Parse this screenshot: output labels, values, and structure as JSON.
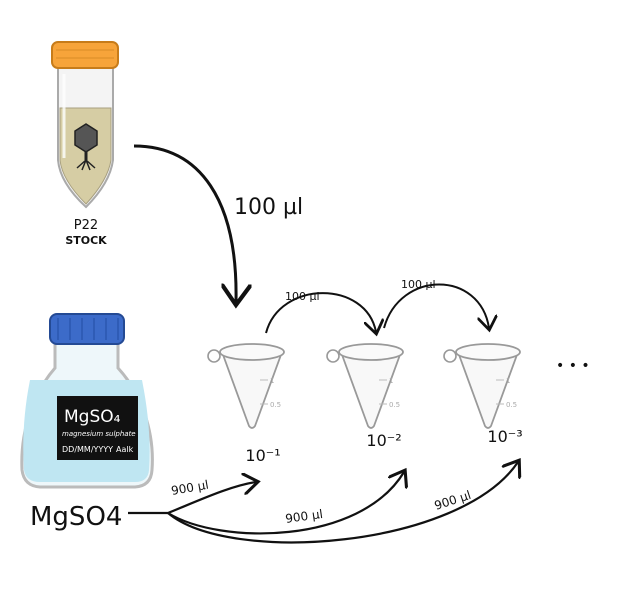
{
  "stock": {
    "name": "P22",
    "sub": "STOCK"
  },
  "transfer_main": "100 µl",
  "transfer_small": [
    "100 µl",
    "100 µl"
  ],
  "bottle": {
    "label_title": "MgSO₄",
    "label_sub": "magnesium sulphate",
    "label_date": "DD/MM/YYYY",
    "label_initials": "Aalk",
    "caption": "MgSO4"
  },
  "dilutions": [
    "10⁻¹",
    "10⁻²",
    "10⁻³"
  ],
  "volumes_900": [
    "900 µl",
    "900 µl",
    "900 µl"
  ],
  "tube_marks": [
    "1",
    "0.5"
  ],
  "ellipsis": "• • •",
  "colors": {
    "cap_orange": "#f7a43a",
    "phage_liquid": "#d6cda4",
    "bottle_liquid": "#bfe6f2",
    "bottle_cap": "#3c6bc9",
    "label_black": "#111111"
  }
}
